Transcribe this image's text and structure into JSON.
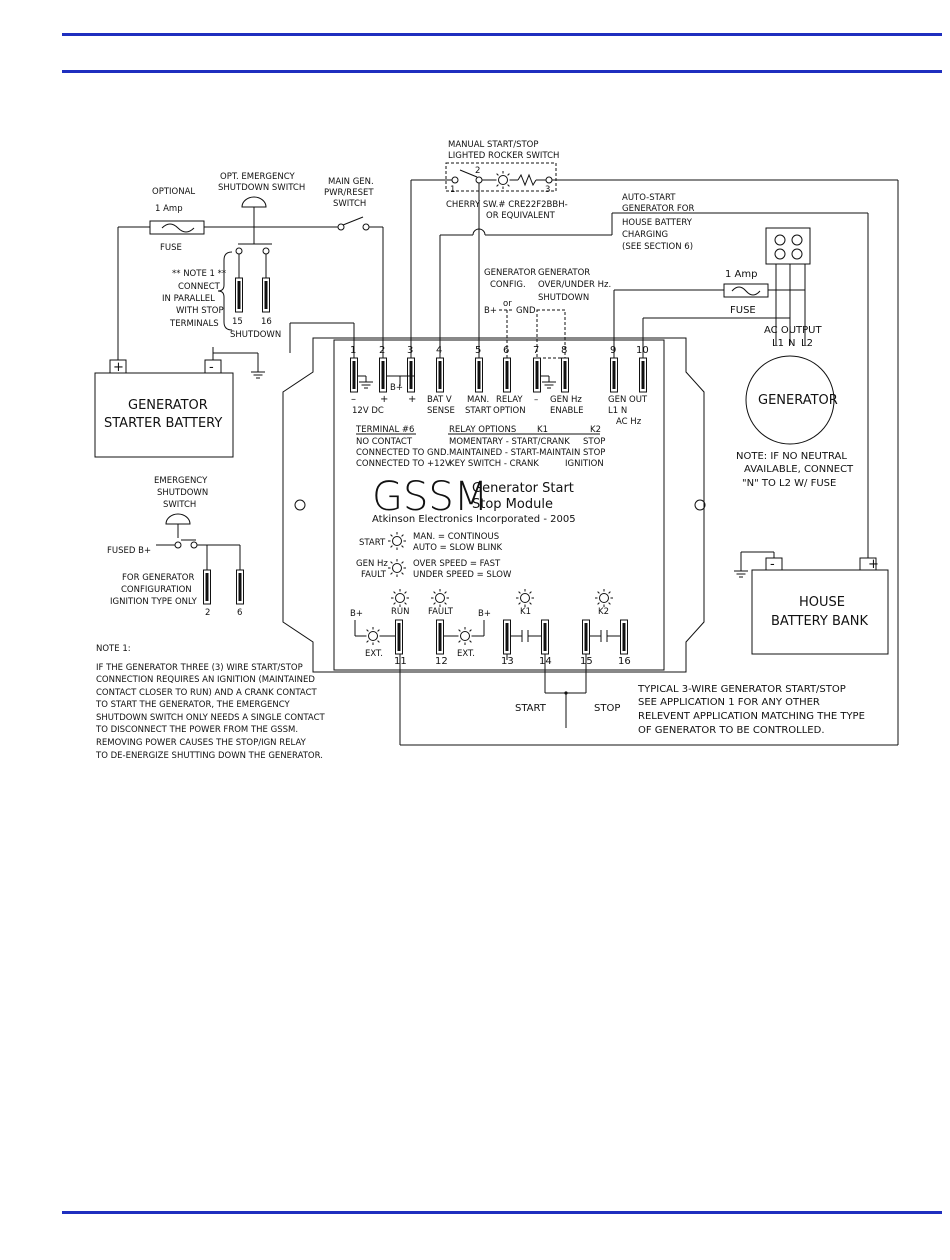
{
  "colors": {
    "rule": "#1f2fbf",
    "line": "#111111"
  },
  "labels": {
    "manual_switch_1": "MANUAL START/STOP",
    "manual_switch_2": "LIGHTED ROCKER SWITCH",
    "sw_pos_1": "1",
    "sw_pos_2": "2",
    "sw_pos_3": "3",
    "cherry_1": "CHERRY SW.# CRE22F2BBH-",
    "cherry_2": "OR EQUIVALENT",
    "opt_fuse_1": "OPTIONAL",
    "opt_fuse_2": "1 Amp",
    "opt_fuse_3": "FUSE",
    "opt_emerg_1": "OPT. EMERGENCY",
    "opt_emerg_2": "SHUTDOWN SWITCH",
    "main_gen_1": "MAIN GEN.",
    "main_gen_2": "PWR/RESET",
    "main_gen_3": "SWITCH",
    "note1_1": "** NOTE 1 **",
    "note1_2": "CONNECT",
    "note1_3": "IN PARALLEL",
    "note1_4": "WITH STOP",
    "note1_5": "TERMINALS",
    "shutdown_15": "15",
    "shutdown_16": "16",
    "shutdown": "SHUTDOWN",
    "autostart_1": "AUTO-START",
    "autostart_2": "GENERATOR FOR",
    "autostart_3": "HOUSE BATTERY",
    "autostart_4": "CHARGING",
    "autostart_5": "(SEE SECTION 6)",
    "gen_config_1": "GENERATOR",
    "gen_config_2": "CONFIG.",
    "gen_hz_1": "GENERATOR",
    "gen_hz_2": "OVER/UNDER Hz.",
    "gen_hz_3": "SHUTDOWN",
    "bplus_or": "B+",
    "or": "or",
    "gnd": "GND",
    "fuse2_1": "1 Amp",
    "fuse2_2": "FUSE",
    "ac_output": "AC OUTPUT",
    "l1": "L1",
    "n": "N",
    "l2": "L2",
    "generator": "GENERATOR",
    "plus": "+",
    "minus": "-",
    "starter_1": "GENERATOR",
    "starter_2": "STARTER BATTERY",
    "t1": "1",
    "t2": "2",
    "t3": "3",
    "t4": "4",
    "t5": "5",
    "t6": "6",
    "t7": "7",
    "t8": "8",
    "t9": "9",
    "t10": "10",
    "t11": "11",
    "t12": "12",
    "t13": "13",
    "t14": "14",
    "t15": "15",
    "t16": "16",
    "tl_minus": "–",
    "tl_plus1": "+",
    "tl_plus2": "+",
    "tl_bplus": "B+",
    "tl_12v": "12V DC",
    "tl_bat1": "BAT V",
    "tl_bat2": "SENSE",
    "tl_man1": "MAN.",
    "tl_man2": "START",
    "tl_relay1": "RELAY",
    "tl_relay2": "OPTION",
    "tl_m7": "–",
    "tl_genhz1": "GEN Hz",
    "tl_genhz2": "ENABLE",
    "tl_genout1": "GEN OUT",
    "tl_genout2": "L1      N",
    "tl_genout3": "AC Hz",
    "tbl_h1": "TERMINAL #6",
    "tbl_h2": "RELAY OPTIONS",
    "tbl_h3": "K1",
    "tbl_h4": "K2",
    "tbl_r1a": "NO CONTACT",
    "tbl_r1b": "MOMENTARY - START/CRANK",
    "tbl_r1c": "STOP",
    "tbl_r2a": "CONNECTED TO GND.",
    "tbl_r2b": "MAINTAINED - START-MAINTAIN",
    "tbl_r2c": "STOP",
    "tbl_r3a": "CONNECTED TO +12V",
    "tbl_r3b": "KEY SWITCH - CRANK",
    "tbl_r3c": "IGNITION",
    "gssm": "GSSM",
    "gssm_t1": "Generator Start",
    "gssm_t2": "Stop Module",
    "company": "Atkinson Electronics Incorporated - 2005",
    "start_led": "START",
    "start_1": "MAN. = CONTINOUS",
    "start_2": "AUTO = SLOW BLINK",
    "ghz_1": "GEN Hz",
    "ghz_2": "FAULT",
    "ghz_3": "OVER SPEED = FAST",
    "ghz_4": "UNDER SPEED = SLOW",
    "run": "RUN",
    "fault": "FAULT",
    "k1": "K1",
    "k2": "K2",
    "bplus_a": "B+",
    "bplus_b": "B+",
    "ext_a": "EXT.",
    "ext_b": "EXT.",
    "start": "START",
    "stop": "STOP",
    "typ_1": "TYPICAL 3-WIRE GENERATOR START/STOP",
    "typ_2": "SEE APPLICATION 1 FOR ANY OTHER",
    "typ_3": "RELEVENT APPLICATION MATCHING THE TYPE",
    "typ_4": "OF GENERATOR TO BE CONTROLLED.",
    "noneutral_1": "NOTE:  IF NO NEUTRAL",
    "noneutral_2": "AVAILABLE, CONNECT",
    "noneutral_3": "\"N\" TO L2 W/ FUSE",
    "house_1": "HOUSE",
    "house_2": "BATTERY BANK",
    "es_1": "EMERGENCY",
    "es_2": "SHUTDOWN",
    "es_3": "SWITCH",
    "fused_b": "FUSED B+",
    "cfg_1": "FOR GENERATOR",
    "cfg_2": "CONFIGURATION",
    "cfg_3": "IGNITION TYPE ONLY",
    "cfg_t2": "2",
    "cfg_t6": "6",
    "note_title": "NOTE 1:",
    "note_1": "IF THE GENERATOR THREE (3) WIRE START/STOP",
    "note_2": "CONNECTION REQUIRES AN IGNITION (MAINTAINED",
    "note_3": "CONTACT CLOSER TO RUN) AND A CRANK CONTACT",
    "note_4": "TO START THE GENERATOR, THE EMERGENCY",
    "note_5": "SHUTDOWN SWITCH ONLY NEEDS A SINGLE CONTACT",
    "note_6": "TO DISCONNECT THE POWER FROM THE GSSM.",
    "note_7": "REMOVING POWER CAUSES THE STOP/IGN RELAY",
    "note_8": "TO DE-ENERGIZE SHUTTING DOWN THE GENERATOR."
  }
}
